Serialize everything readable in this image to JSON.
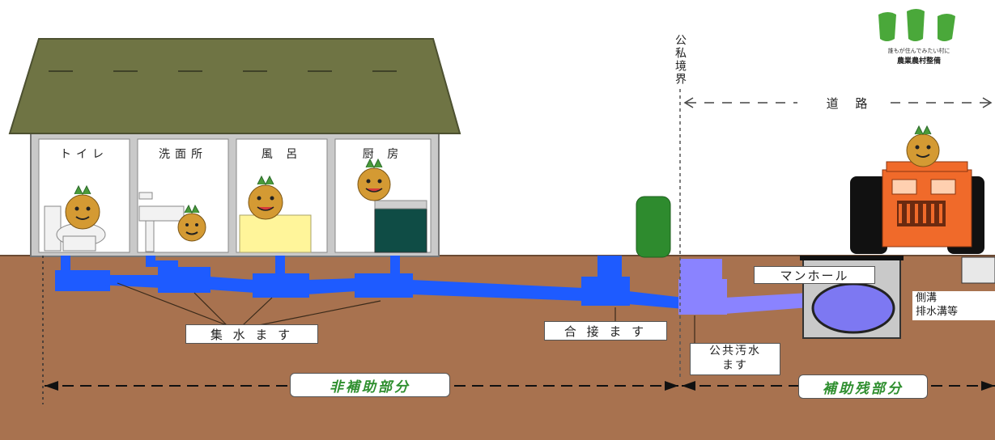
{
  "rooms": [
    {
      "label": "トイレ"
    },
    {
      "label": "洗面所"
    },
    {
      "label": "風 呂"
    },
    {
      "label": "厨 房"
    }
  ],
  "labels": {
    "boundary": "公私境界",
    "road": "道 路",
    "collection_box": "集 水 ま す",
    "junction_box": "合 接 ま す",
    "manhole": "マンホール",
    "public_sewer_box_line1": "公共汚水",
    "public_sewer_box_line2": "ます",
    "side_ditch_line1": "側溝",
    "side_ditch_line2": "排水溝等",
    "non_subsidy": "非補助部分",
    "subsidy_remaining": "補助残部分"
  },
  "logo": {
    "tagline": "誰もが住んでみたい村に",
    "name": "農業農村整備",
    "color": "#4aa83a"
  },
  "colors": {
    "ground": "#a8724f",
    "roof": "#6f7444",
    "pipe_private": "#1e5bff",
    "pipe_public": "#8a83ff",
    "tractor": "#f06a2a",
    "post": "#2e8b2e"
  }
}
